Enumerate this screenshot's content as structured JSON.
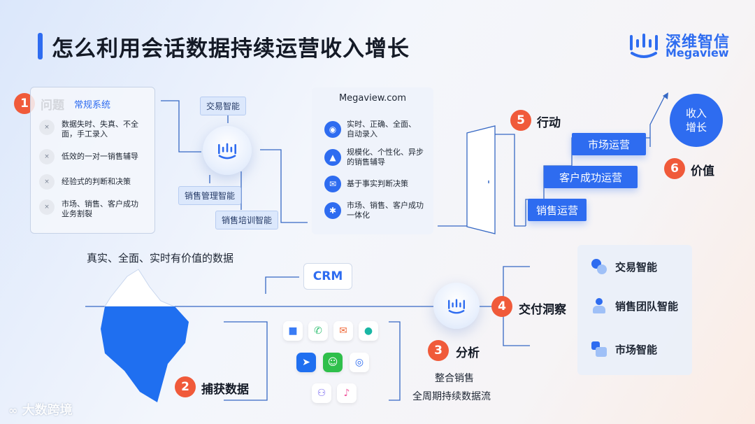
{
  "title": "怎么利用会话数据持续运营收入增长",
  "logo": {
    "cn": "深维智信",
    "en": "Megaview",
    "icon": "sound-wave-icon"
  },
  "step1": {
    "num": "1",
    "label": "问题",
    "sub": "常规系统"
  },
  "problems": [
    "数据失时、失真、不全面，手工录入",
    "低效的一对一销售辅导",
    "经验式的判断和决策",
    "市场、销售、客户成功业务割裂"
  ],
  "problem_icon": "×",
  "hub_tags": {
    "deal": "交易智能",
    "mgmt": "销售管理智能",
    "train": "销售培训智能"
  },
  "megaview_card": {
    "title": "Megaview.com",
    "items": [
      {
        "icon": "eye-icon",
        "glyph": "◉",
        "text": "实时、正确、全面、自动录入"
      },
      {
        "icon": "graduation-cap-icon",
        "glyph": "▲",
        "text": "规模化、个性化、异步的销售辅导"
      },
      {
        "icon": "mail-icon",
        "glyph": "✉",
        "text": "基于事实判断决策"
      },
      {
        "icon": "atom-icon",
        "glyph": "✱",
        "text": "市场、销售、客户成功一体化"
      }
    ]
  },
  "step5": {
    "num": "5",
    "label": "行动"
  },
  "stairs": [
    "市场运营",
    "客户成功运营",
    "销售运营"
  ],
  "value_circle": [
    "收入",
    "增长"
  ],
  "step6": {
    "num": "6",
    "label": "价值"
  },
  "data_caption": "真实、全面、实时有价值的数据",
  "crm": "CRM",
  "step2": {
    "num": "2",
    "label": "捕获数据"
  },
  "apps": [
    {
      "icon": "video-icon",
      "glyph": "■",
      "color": "#3a7cf5"
    },
    {
      "icon": "phone-icon",
      "glyph": "✆",
      "color": "#2fbf71"
    },
    {
      "icon": "email-icon",
      "glyph": "✉",
      "color": "#f06a3a"
    },
    {
      "icon": "chat-icon",
      "glyph": "●",
      "color": "#19b6a4"
    },
    {
      "icon": "feishu-icon",
      "glyph": "➤",
      "color": "#1f6ff0"
    },
    {
      "icon": "wechat-icon",
      "glyph": "☺",
      "color": "#2fbf4b"
    },
    {
      "icon": "dingtalk-icon",
      "glyph": "◎",
      "color": "#2e6cf0"
    },
    {
      "icon": "meeting-icon",
      "glyph": "⚇",
      "color": "#7b6bf0"
    },
    {
      "icon": "microphone-icon",
      "glyph": "♪",
      "color": "#f05aa0"
    }
  ],
  "step3": {
    "num": "3",
    "label": "分析",
    "sub1": "整合销售",
    "sub2": "全周期持续数据流"
  },
  "step4": {
    "num": "4",
    "label": "交付洞察"
  },
  "intelligence": [
    "交易智能",
    "销售团队智能",
    "市场智能"
  ],
  "watermark": "大数跨境",
  "colors": {
    "brand": "#2e6cf0",
    "accent": "#f05a3a"
  }
}
